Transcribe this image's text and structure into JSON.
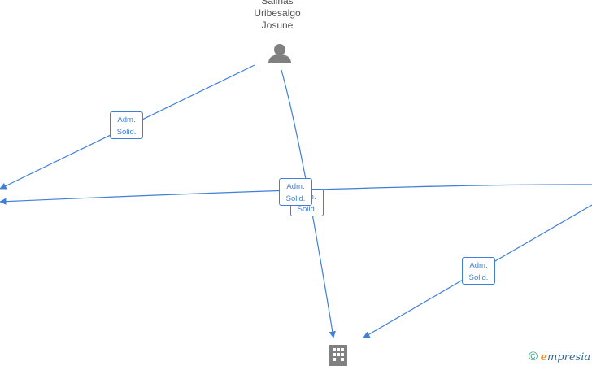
{
  "nodes": {
    "person": {
      "name_lines": [
        "Salinas",
        "Uribesalgo",
        "Josune"
      ],
      "icon": "person-icon"
    },
    "company": {
      "icon": "building-icon"
    }
  },
  "edge_labels": [
    {
      "line1": "Adm.",
      "line2": "Solid."
    },
    {
      "line1": "Adm.",
      "line2": "Solid."
    },
    {
      "line1": "Adm.",
      "line2": "Solid."
    },
    {
      "line1": "Adm.",
      "line2": "Solid."
    }
  ],
  "colors": {
    "edge": "#3f7fd6",
    "icon": "#808080",
    "text": "#555555"
  },
  "watermark": {
    "symbol": "©",
    "brand_initial": "e",
    "brand_rest": "mpresia"
  }
}
